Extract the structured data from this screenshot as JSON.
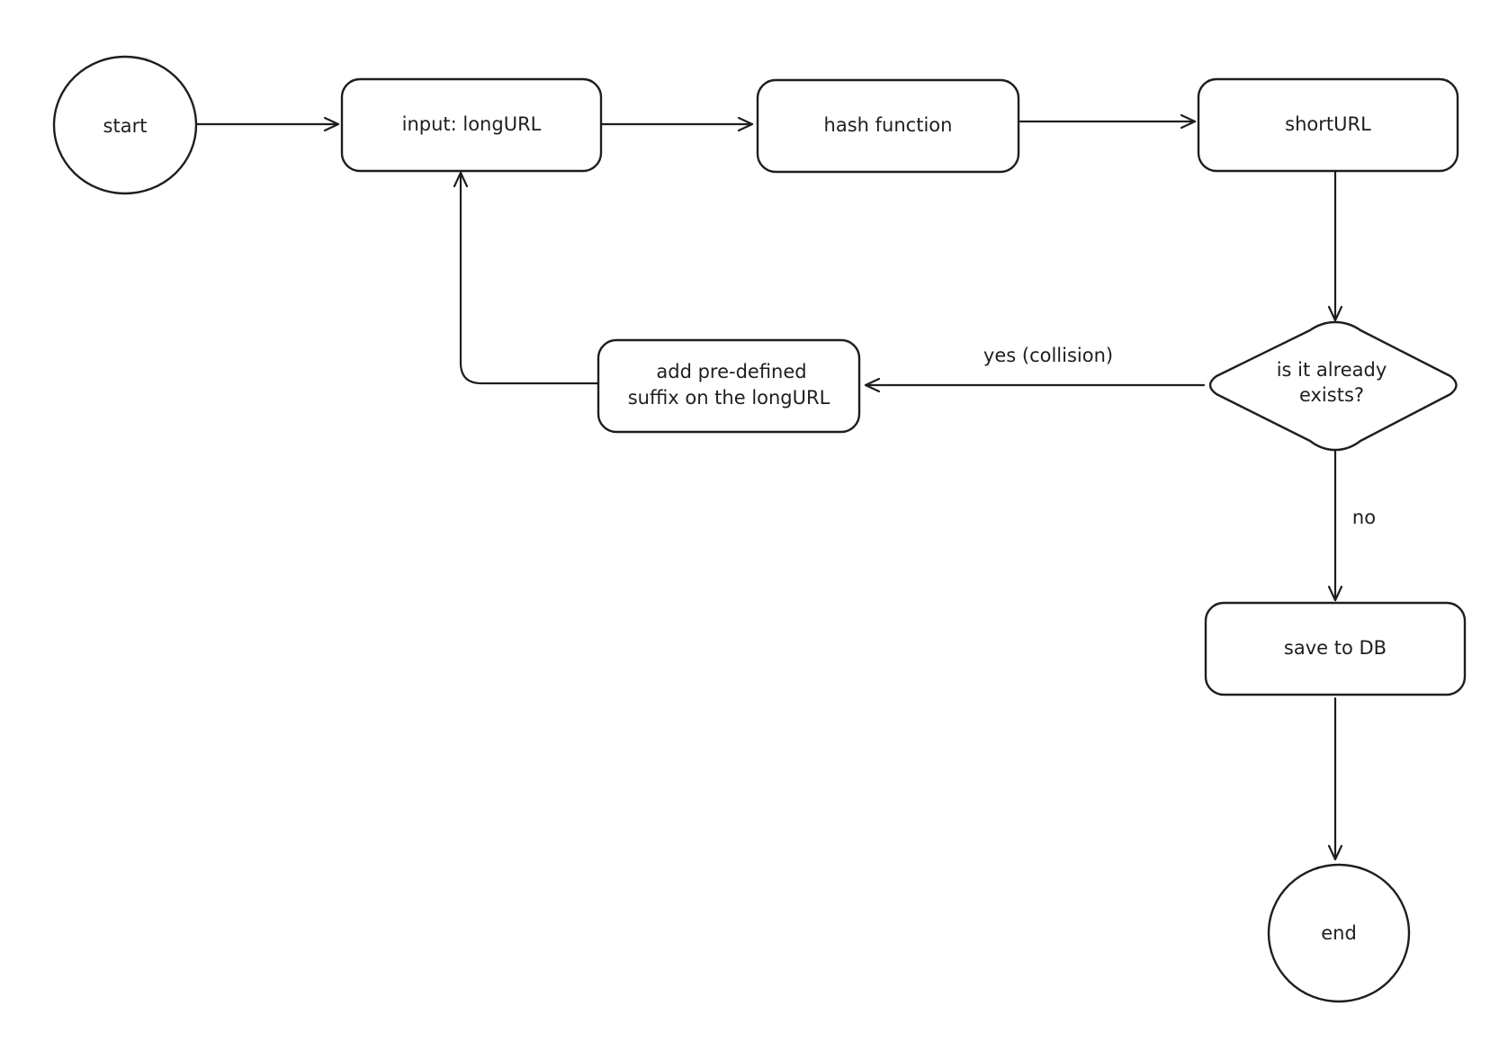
{
  "diagram": {
    "nodes": {
      "start": {
        "label": "start"
      },
      "input": {
        "label": "input: longURL"
      },
      "hash": {
        "label": "hash function"
      },
      "short": {
        "label": "shortURL"
      },
      "decision": {
        "line1": "is it already",
        "line2": "exists?"
      },
      "suffix": {
        "line1": "add pre-defined",
        "line2": "suffix on the longURL"
      },
      "save": {
        "label": "save to DB"
      },
      "end": {
        "label": "end"
      }
    },
    "edges": {
      "yes_label": "yes (collision)",
      "no_label": "no"
    },
    "colors": {
      "stroke": "#1e1e1e",
      "fill": "#ffffff",
      "background": "#ffffff"
    }
  }
}
